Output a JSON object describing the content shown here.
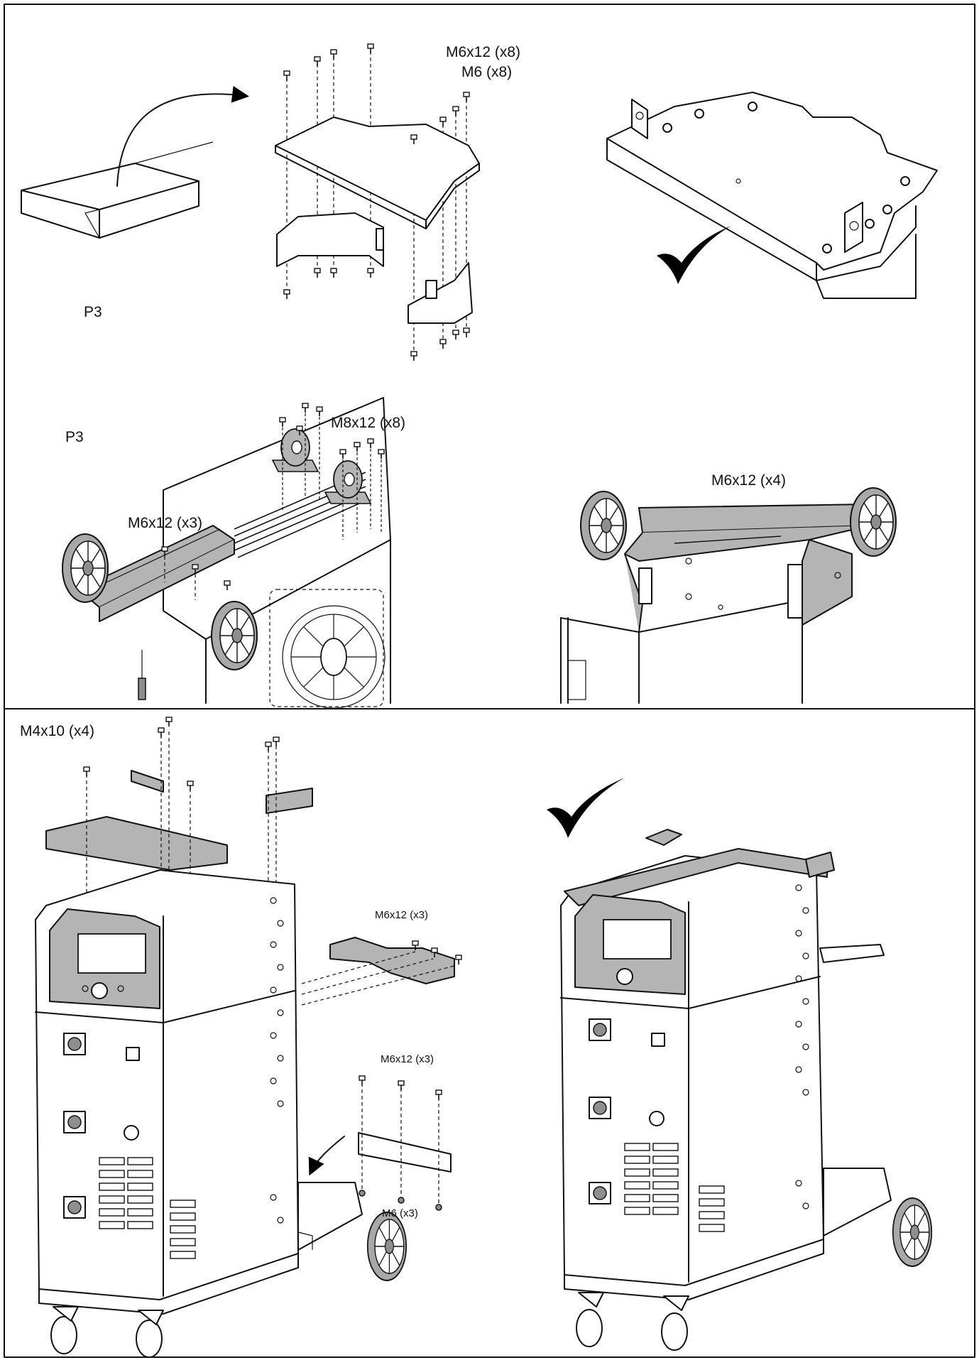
{
  "labels": {
    "top_screws": "M6x12 (x8)",
    "top_nuts": "M6 (x8)",
    "pack_left": "P3",
    "pack_mid": "P3",
    "caster_screws": "M8x12 (x8)",
    "axle_screws": "M6x12 (x3)",
    "bracket_screws": "M6x12 (x4)",
    "handle_screws": "M4x10 (x4)",
    "side_plate_screws": "M6x12 (x3)",
    "rear_bar_screws": "M6x12 (x3)",
    "rear_bar_nuts": "M6 (x3)"
  },
  "icons": {
    "arrow": "curved-arrow-icon",
    "check": "checkmark-icon",
    "screw": "screw-icon",
    "wheel": "wheel-icon"
  },
  "colors": {
    "line": "#111111",
    "part_fill": "#b4b4b4",
    "background": "#ffffff"
  }
}
